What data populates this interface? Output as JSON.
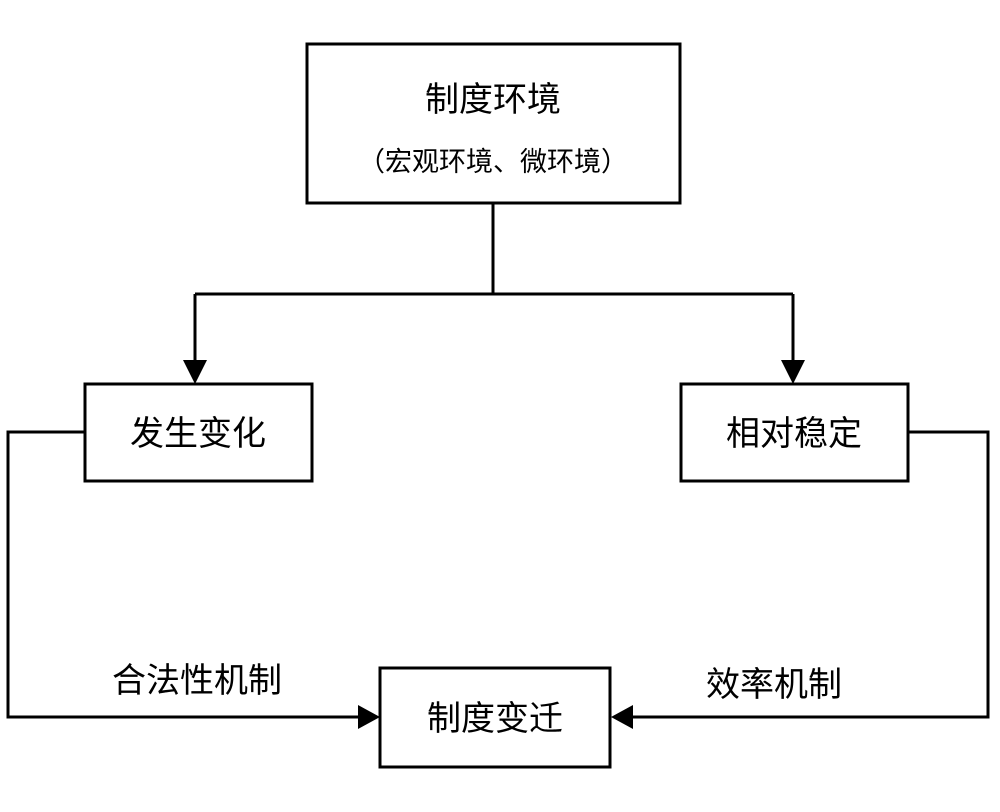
{
  "diagram": {
    "top_box": {
      "title": "制度环境",
      "subtitle": "（宏观环境、微环境）"
    },
    "left_box": {
      "label": "发生变化"
    },
    "right_box": {
      "label": "相对稳定"
    },
    "bottom_box": {
      "label": "制度变迁"
    },
    "left_path_label": "合法性机制",
    "right_path_label": "效率机制"
  },
  "colors": {
    "stroke": "#000000",
    "background": "#ffffff"
  }
}
